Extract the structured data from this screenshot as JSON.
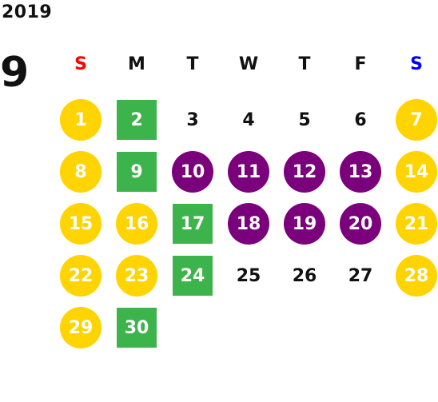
{
  "calendar": {
    "year": "2019",
    "month": "9",
    "weekdays": [
      {
        "label": "S",
        "color": "#ff0000"
      },
      {
        "label": "M",
        "color": "#111111"
      },
      {
        "label": "T",
        "color": "#111111"
      },
      {
        "label": "W",
        "color": "#111111"
      },
      {
        "label": "T",
        "color": "#111111"
      },
      {
        "label": "F",
        "color": "#111111"
      },
      {
        "label": "S",
        "color": "#0000ff"
      }
    ],
    "days": [
      {
        "label": "1",
        "style": "circle",
        "color": "#ffd400",
        "col": 0,
        "row": 0
      },
      {
        "label": "2",
        "style": "square",
        "color": "#3cb44b",
        "col": 1,
        "row": 0
      },
      {
        "label": "3",
        "style": "plain",
        "color": "#111111",
        "col": 2,
        "row": 0
      },
      {
        "label": "4",
        "style": "plain",
        "color": "#111111",
        "col": 3,
        "row": 0
      },
      {
        "label": "5",
        "style": "plain",
        "color": "#111111",
        "col": 4,
        "row": 0
      },
      {
        "label": "6",
        "style": "plain",
        "color": "#111111",
        "col": 5,
        "row": 0
      },
      {
        "label": "7",
        "style": "circle",
        "color": "#ffd400",
        "col": 6,
        "row": 0
      },
      {
        "label": "8",
        "style": "circle",
        "color": "#ffd400",
        "col": 0,
        "row": 1
      },
      {
        "label": "9",
        "style": "square",
        "color": "#3cb44b",
        "col": 1,
        "row": 1
      },
      {
        "label": "10",
        "style": "circle",
        "color": "#7b007b",
        "col": 2,
        "row": 1
      },
      {
        "label": "11",
        "style": "circle",
        "color": "#7b007b",
        "col": 3,
        "row": 1
      },
      {
        "label": "12",
        "style": "circle",
        "color": "#7b007b",
        "col": 4,
        "row": 1
      },
      {
        "label": "13",
        "style": "circle",
        "color": "#7b007b",
        "col": 5,
        "row": 1
      },
      {
        "label": "14",
        "style": "circle",
        "color": "#ffd400",
        "col": 6,
        "row": 1
      },
      {
        "label": "15",
        "style": "circle",
        "color": "#ffd400",
        "col": 0,
        "row": 2
      },
      {
        "label": "16",
        "style": "circle",
        "color": "#ffd400",
        "col": 1,
        "row": 2
      },
      {
        "label": "17",
        "style": "square",
        "color": "#3cb44b",
        "col": 2,
        "row": 2
      },
      {
        "label": "18",
        "style": "circle",
        "color": "#7b007b",
        "col": 3,
        "row": 2
      },
      {
        "label": "19",
        "style": "circle",
        "color": "#7b007b",
        "col": 4,
        "row": 2
      },
      {
        "label": "20",
        "style": "circle",
        "color": "#7b007b",
        "col": 5,
        "row": 2
      },
      {
        "label": "21",
        "style": "circle",
        "color": "#ffd400",
        "col": 6,
        "row": 2
      },
      {
        "label": "22",
        "style": "circle",
        "color": "#ffd400",
        "col": 0,
        "row": 3
      },
      {
        "label": "23",
        "style": "circle",
        "color": "#ffd400",
        "col": 1,
        "row": 3
      },
      {
        "label": "24",
        "style": "square",
        "color": "#3cb44b",
        "col": 2,
        "row": 3
      },
      {
        "label": "25",
        "style": "plain",
        "color": "#111111",
        "col": 3,
        "row": 3
      },
      {
        "label": "26",
        "style": "plain",
        "color": "#111111",
        "col": 4,
        "row": 3
      },
      {
        "label": "27",
        "style": "plain",
        "color": "#111111",
        "col": 5,
        "row": 3
      },
      {
        "label": "28",
        "style": "circle",
        "color": "#ffd400",
        "col": 6,
        "row": 3
      },
      {
        "label": "29",
        "style": "circle",
        "color": "#ffd400",
        "col": 0,
        "row": 4
      },
      {
        "label": "30",
        "style": "square",
        "color": "#3cb44b",
        "col": 1,
        "row": 4
      }
    ]
  }
}
